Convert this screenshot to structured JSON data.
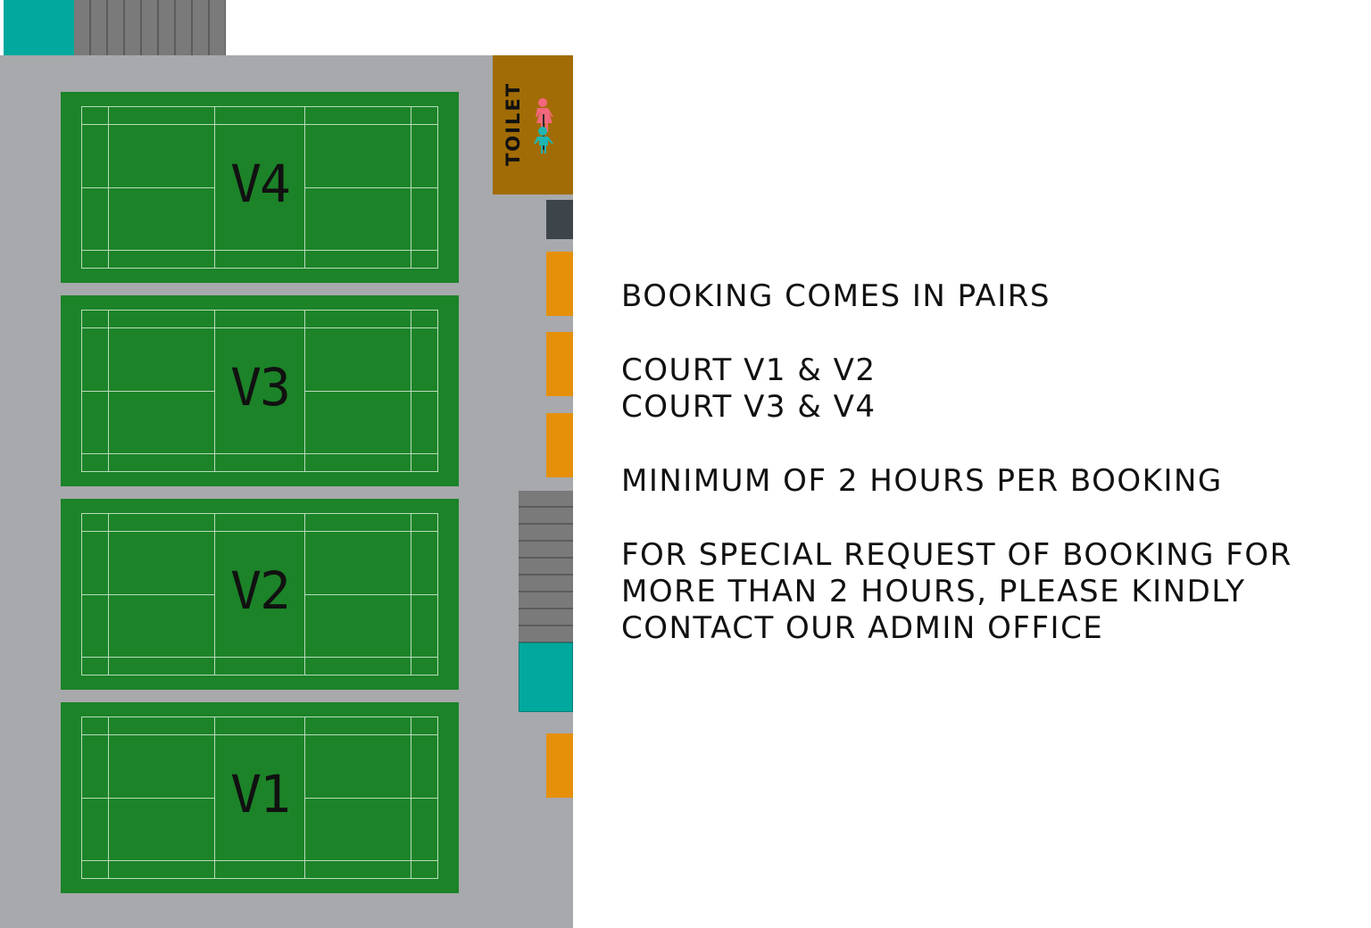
{
  "map": {
    "courts": [
      {
        "label": "V4"
      },
      {
        "label": "V3"
      },
      {
        "label": "V2"
      },
      {
        "label": "V1"
      }
    ],
    "toilet_label": "TOILET",
    "colors": {
      "court": "#1c8328",
      "floor": "#a7a9ac",
      "toilet": "#a16c05",
      "entrance": "#00a89d",
      "seating": "#e6900a",
      "female_icon": "#f2677b",
      "male_icon": "#1fb5b0"
    }
  },
  "info": {
    "line1": "BOOKING COMES IN PAIRS",
    "line2": "COURT V1 & V2",
    "line3": "COURT V3 & V4",
    "line4": "MINIMUM OF 2 HOURS PER BOOKING",
    "line5": "FOR SPECIAL REQUEST OF BOOKING FOR",
    "line6": "MORE THAN 2 HOURS, PLEASE KINDLY",
    "line7": "CONTACT OUR ADMIN OFFICE"
  }
}
